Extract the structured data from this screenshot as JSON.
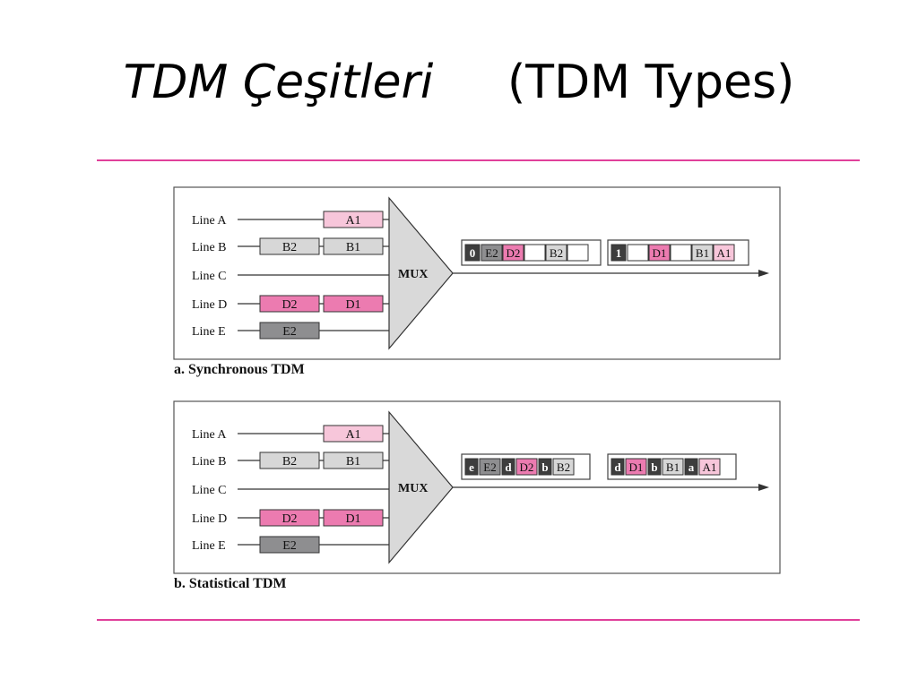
{
  "title": {
    "italic": "TDM Çeşitleri",
    "plain": "(TDM Types)"
  },
  "colors": {
    "rule": "#e0409a",
    "pink_light": "#f7c6da",
    "pink": "#ec7bb0",
    "gray_light": "#d7d7d7",
    "gray_dark": "#8e8e90",
    "mux": "#d9d9d9"
  },
  "mux_label": "MUX",
  "panels": [
    {
      "caption": "a. Synchronous TDM",
      "lines": [
        {
          "label": "Line A",
          "units": [
            {
              "text": "A1",
              "color": "pink_light"
            }
          ]
        },
        {
          "label": "Line B",
          "units": [
            {
              "text": "B2",
              "color": "gray_light"
            },
            {
              "text": "B1",
              "color": "gray_light"
            }
          ]
        },
        {
          "label": "Line C",
          "units": []
        },
        {
          "label": "Line D",
          "units": [
            {
              "text": "D2",
              "color": "pink"
            },
            {
              "text": "D1",
              "color": "pink"
            }
          ]
        },
        {
          "label": "Line E",
          "units": [
            {
              "text": "E2",
              "color": "gray_dark"
            }
          ]
        }
      ],
      "frames": [
        {
          "cells": [
            {
              "text": "0",
              "kind": "header"
            },
            {
              "text": "E2",
              "color": "gray_dark"
            },
            {
              "text": "D2",
              "color": "pink"
            },
            {
              "text": "",
              "color": "white"
            },
            {
              "text": "B2",
              "color": "gray_light"
            },
            {
              "text": "",
              "color": "white"
            }
          ]
        },
        {
          "cells": [
            {
              "text": "1",
              "kind": "header"
            },
            {
              "text": "",
              "color": "white"
            },
            {
              "text": "D1",
              "color": "pink"
            },
            {
              "text": "",
              "color": "white"
            },
            {
              "text": "B1",
              "color": "gray_light"
            },
            {
              "text": "A1",
              "color": "pink_light"
            }
          ]
        }
      ]
    },
    {
      "caption": "b. Statistical TDM",
      "lines": [
        {
          "label": "Line A",
          "units": [
            {
              "text": "A1",
              "color": "pink_light"
            }
          ]
        },
        {
          "label": "Line B",
          "units": [
            {
              "text": "B2",
              "color": "gray_light"
            },
            {
              "text": "B1",
              "color": "gray_light"
            }
          ]
        },
        {
          "label": "Line C",
          "units": []
        },
        {
          "label": "Line D",
          "units": [
            {
              "text": "D2",
              "color": "pink"
            },
            {
              "text": "D1",
              "color": "pink"
            }
          ]
        },
        {
          "label": "Line E",
          "units": [
            {
              "text": "E2",
              "color": "gray_dark"
            }
          ]
        }
      ],
      "frames": [
        {
          "cells": [
            {
              "text": "e",
              "kind": "addr"
            },
            {
              "text": "E2",
              "color": "gray_dark"
            },
            {
              "text": "d",
              "kind": "addr"
            },
            {
              "text": "D2",
              "color": "pink"
            },
            {
              "text": "b",
              "kind": "addr"
            },
            {
              "text": "B2",
              "color": "gray_light"
            }
          ]
        },
        {
          "cells": [
            {
              "text": "d",
              "kind": "addr"
            },
            {
              "text": "D1",
              "color": "pink"
            },
            {
              "text": "b",
              "kind": "addr"
            },
            {
              "text": "B1",
              "color": "gray_light"
            },
            {
              "text": "a",
              "kind": "addr"
            },
            {
              "text": "A1",
              "color": "pink_light"
            }
          ]
        }
      ]
    }
  ]
}
